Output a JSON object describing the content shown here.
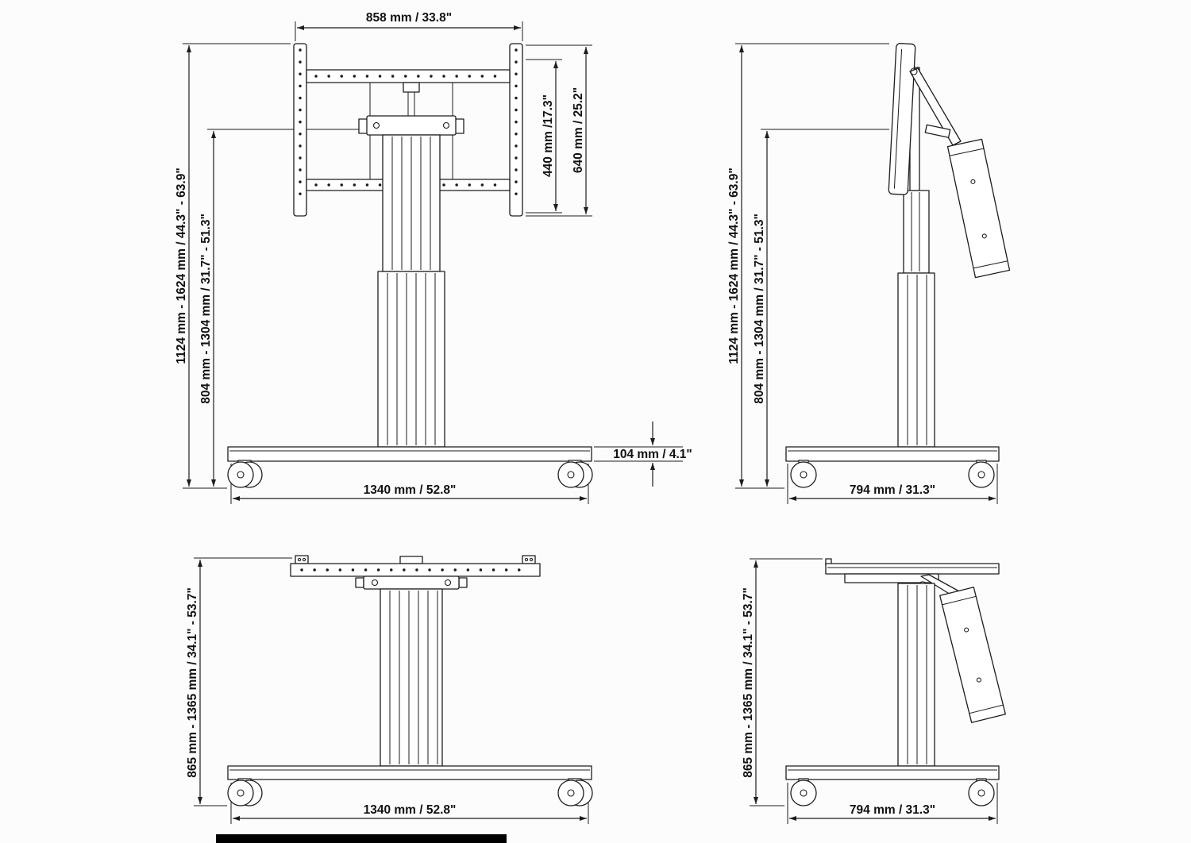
{
  "sheet": {
    "background": "#fcfcfc",
    "line_color": "#1d1d1d",
    "text_color": "#111111"
  },
  "views": {
    "front_raised": {
      "dims": {
        "bracket_width": "858 mm / 33.8\"",
        "vesa_height": "440 mm /17.3\"",
        "bracket_height": "640 mm / 25.2\"",
        "overall_height_range": "1124 mm - 1624 mm / 44.3\" - 63.9\"",
        "mount_height_range": "804 mm - 1304 mm / 31.7\" - 51.3\"",
        "base_height": "104 mm / 4.1\"",
        "base_width": "1340 mm / 52.8\""
      }
    },
    "side_raised": {
      "dims": {
        "overall_height_range": "1124 mm - 1624 mm / 44.3\" - 63.9\"",
        "mount_height_range": "804 mm - 1304 mm / 31.7\" - 51.3\"",
        "base_depth": "794 mm / 31.3\""
      }
    },
    "front_lowered": {
      "dims": {
        "overall_height_range": "865 mm - 1365 mm / 34.1\" - 53.7\"",
        "base_width": "1340 mm / 52.8\""
      }
    },
    "side_lowered": {
      "dims": {
        "overall_height_range": "865 mm - 1365 mm / 34.1\" - 53.7\"",
        "base_depth": "794 mm / 31.3\""
      }
    }
  }
}
